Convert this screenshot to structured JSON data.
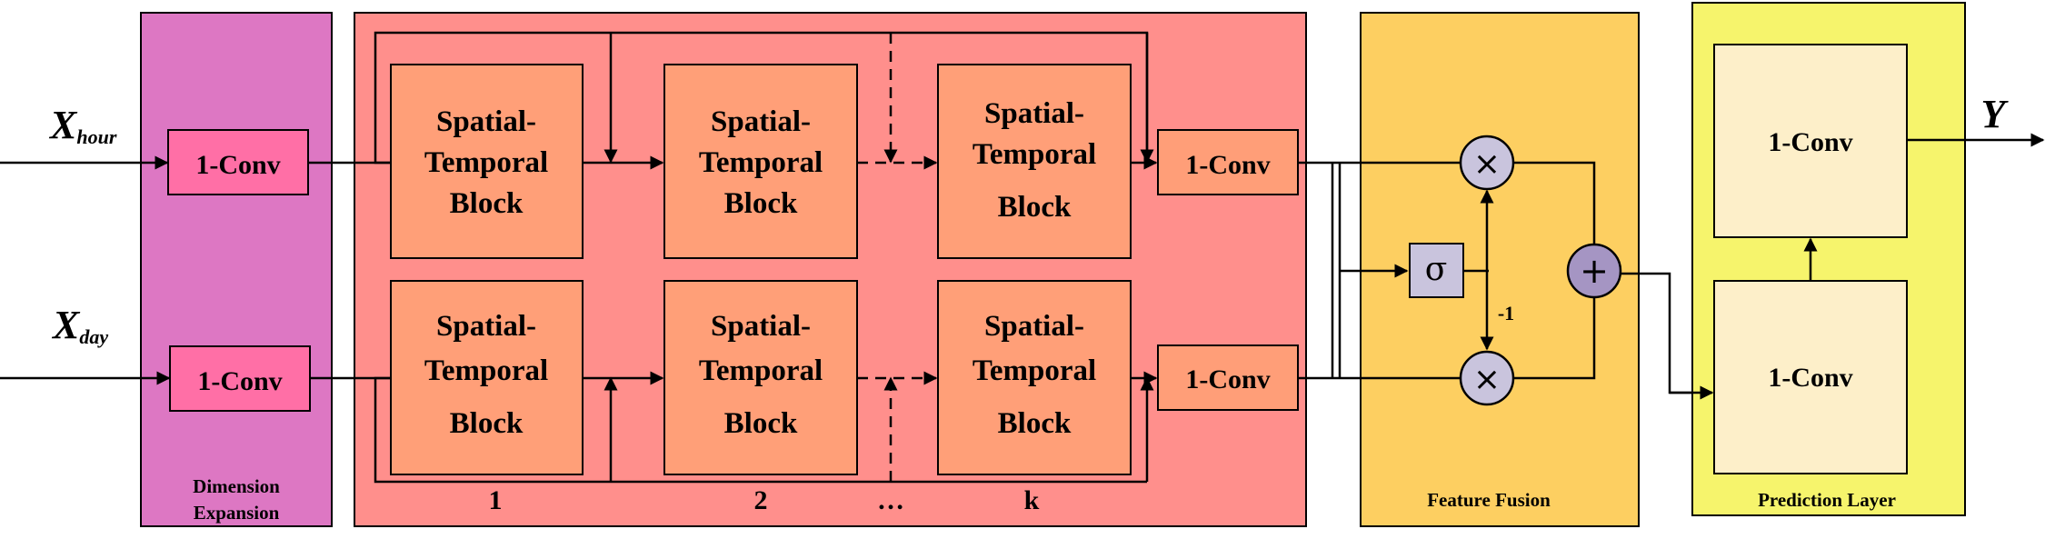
{
  "colors": {
    "dimension_panel": "#dd77c3",
    "st_panel": "#ff8f8c",
    "fusion_panel": "#fdcf61",
    "prediction_panel": "#f6f46c",
    "conv_pink": "#ff6fa6",
    "conv_orange": "#ff9e78",
    "st_block": "#ff9f78",
    "sigmoid_box": "#c9c4dd",
    "multiply_circle": "#c9c4dd",
    "add_circle": "#a595c3",
    "prediction_box": "#fdefc9",
    "stroke": "#000000"
  },
  "inputs": {
    "hour": {
      "main": "X",
      "sub": "hour"
    },
    "day": {
      "main": "X",
      "sub": "day"
    }
  },
  "output": {
    "label": "Y"
  },
  "panels": {
    "dimension_expansion": {
      "title_line1": "Dimension",
      "title_line2": "Expansion"
    },
    "feature_fusion": {
      "title": "Feature Fusion"
    },
    "prediction_layer": {
      "title": "Prediction Layer"
    }
  },
  "conv_label": "1-Conv",
  "st_block": {
    "line1": "Spatial-",
    "line2": "Temporal",
    "line3": "Block"
  },
  "column_labels": [
    "1",
    "2",
    "…",
    "k"
  ],
  "fusion": {
    "sigma": "σ",
    "minus_one": "-1",
    "multiply_symbol": "×",
    "add_symbol": "+"
  }
}
